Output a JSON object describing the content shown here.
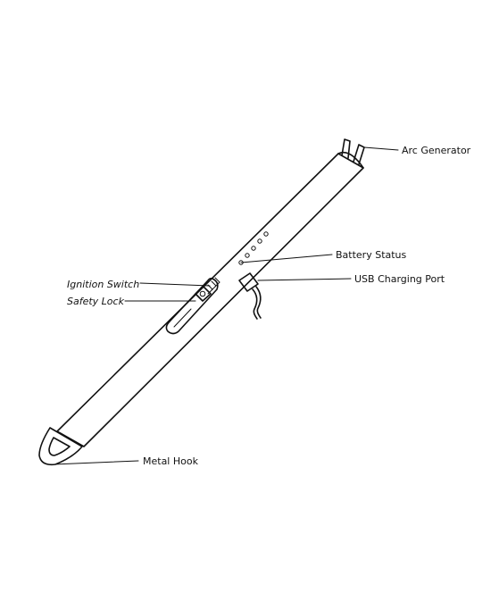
{
  "labels": {
    "arc_generator": "Arc Generator",
    "battery_status": "Battery Status",
    "usb_charging_port": "USB Charging Port",
    "ignition_switch": "Ignition Switch",
    "safety_lock": "Safety Lock",
    "metal_hook": "Metal Hook"
  },
  "colors": {
    "line": "#111111",
    "background": "#ffffff"
  }
}
